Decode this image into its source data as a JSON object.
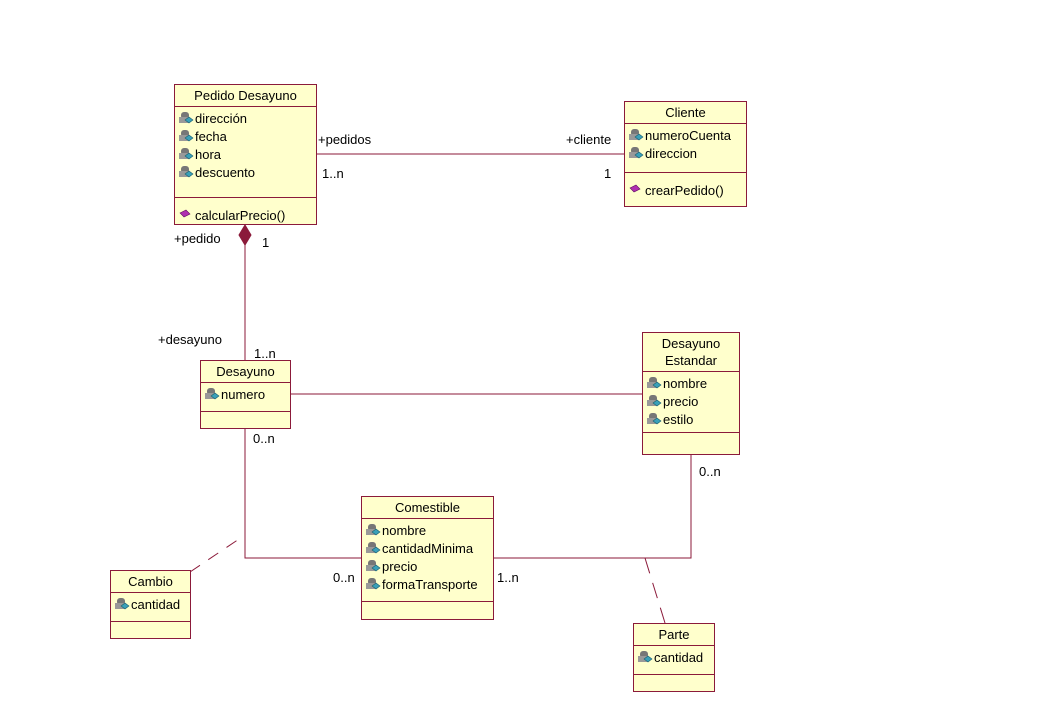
{
  "classes": {
    "pedido": {
      "name": "Pedido Desayuno",
      "attributes": [
        "dirección",
        "fecha",
        "hora",
        "descuento"
      ],
      "operations": [
        "calcularPrecio()"
      ]
    },
    "cliente": {
      "name": "Cliente",
      "attributes": [
        "numeroCuenta",
        "direccion"
      ],
      "operations": [
        "crearPedido()"
      ]
    },
    "desayuno": {
      "name": "Desayuno",
      "attributes": [
        "numero"
      ]
    },
    "estandar": {
      "name_line1": "Desayuno",
      "name_line2": "Estandar",
      "attributes": [
        "nombre",
        "precio",
        "estilo"
      ]
    },
    "comestible": {
      "name": "Comestible",
      "attributes": [
        "nombre",
        "cantidadMinima",
        "precio",
        "formaTransporte"
      ]
    },
    "cambio": {
      "name": "Cambio",
      "attributes": [
        "cantidad"
      ]
    },
    "parte": {
      "name": "Parte",
      "attributes": [
        "cantidad"
      ]
    }
  },
  "labels": {
    "pedidos_role": "+pedidos",
    "pedidos_mult": "1..n",
    "cliente_role": "+cliente",
    "cliente_mult": "1",
    "pedido_role": "+pedido",
    "pedido_mult": "1",
    "desayuno_role": "+desayuno",
    "desayuno_mult": "1..n",
    "desayuno_comestible_mult": "0..n",
    "estandar_mult": "0..n",
    "comestible_left_mult": "0..n",
    "comestible_right_mult": "1..n"
  },
  "colors": {
    "fill": "#ffffcc",
    "line": "#8b1a3a",
    "attr_icon_teal": "#3aa0b8",
    "op_icon_magenta": "#b030b0"
  },
  "icons": {
    "attribute": "private-attribute-icon",
    "operation": "public-operation-icon"
  }
}
